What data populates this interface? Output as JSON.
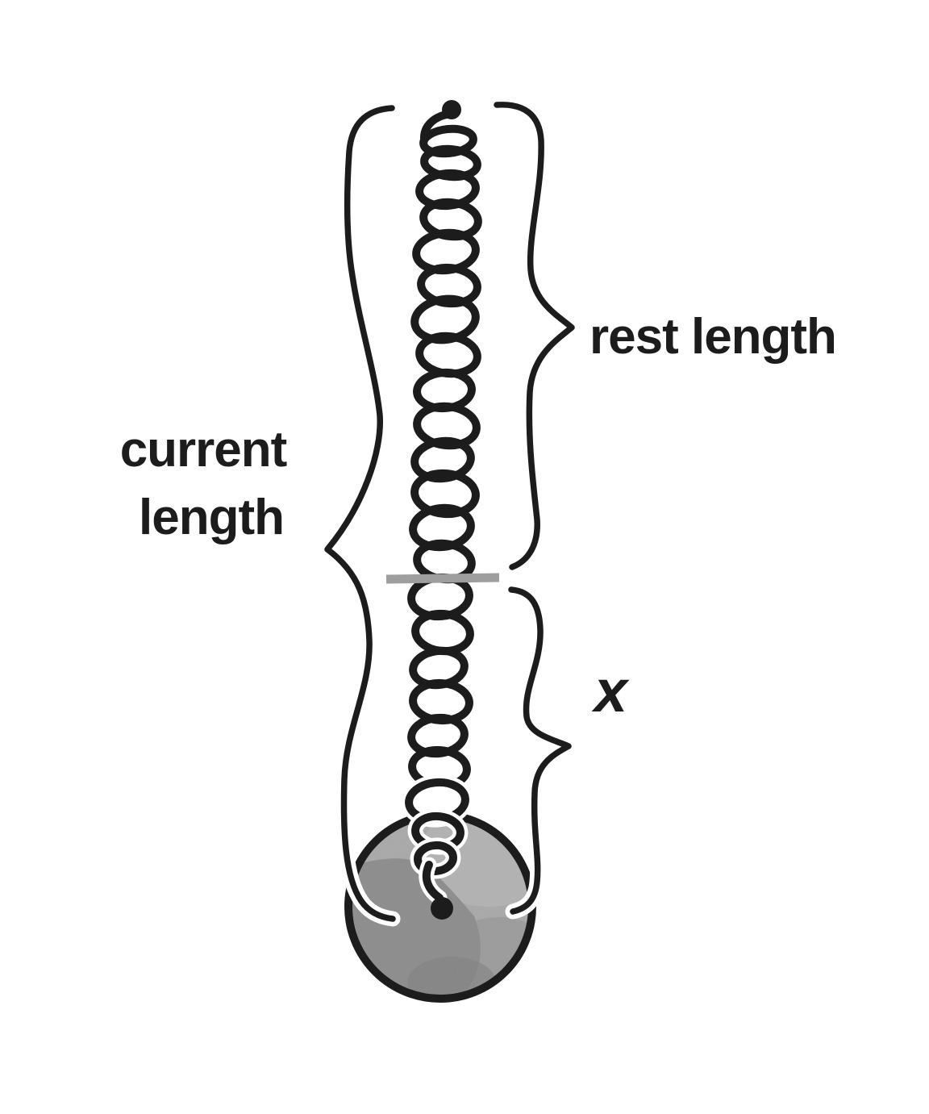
{
  "figure": {
    "labels": {
      "current_length": {
        "line1": "current",
        "line2": "length"
      },
      "rest_length": "rest length",
      "extension": "x"
    },
    "colors": {
      "ink": "#1c1c1c",
      "halo": "#ffffff",
      "marker_line": "#9e9e9e",
      "ball_base": "#a9a9a9",
      "ball_light": "#b3b3b3",
      "ball_medium": "#9b9b9b",
      "ball_dark": "#8b8b8b",
      "ball_darker": "#7f7f7f",
      "background": "#ffffff"
    }
  }
}
